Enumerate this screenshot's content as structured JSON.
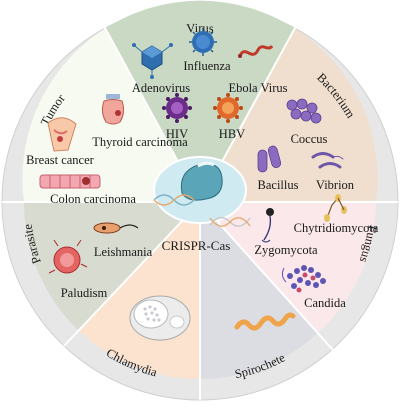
{
  "center": {
    "label": "CRISPR-Cas"
  },
  "categories": {
    "virus": "Virus",
    "bacterium": "Bacterium",
    "fungus": "Fungus",
    "spirochete": "Spirochete",
    "chlamydia": "Chlamydia",
    "parasite": "Parasite",
    "tumor": "Tumor"
  },
  "items": {
    "adenovirus": "Adenovirus",
    "influenza": "Influenza",
    "ebola": "Ebola Virus",
    "hiv": "HIV",
    "hbv": "HBV",
    "coccus": "Coccus",
    "bacillus": "Bacillus",
    "vibrion": "Vibrion",
    "chytridiomycota": "Chytridiomycota",
    "zygomycota": "Zygomycota",
    "candida": "Candida",
    "leishmania": "Leishmania",
    "paludism": "Paludism",
    "thyroid": "Thyroid carcinoma",
    "breast": "Breast cancer",
    "colon": "Colon carcinoma"
  },
  "colors": {
    "virus": "#c9d9c4",
    "bacterium": "#f0dfce",
    "fungus": "#fbe8ea",
    "spirochete": "#dcdde3",
    "chlamydia": "#fbe3cf",
    "parasite": "#d8dbd0",
    "tumor": "#f6faf0",
    "outer_ring": "#e7e7e7",
    "center": "#cfeaf0"
  }
}
